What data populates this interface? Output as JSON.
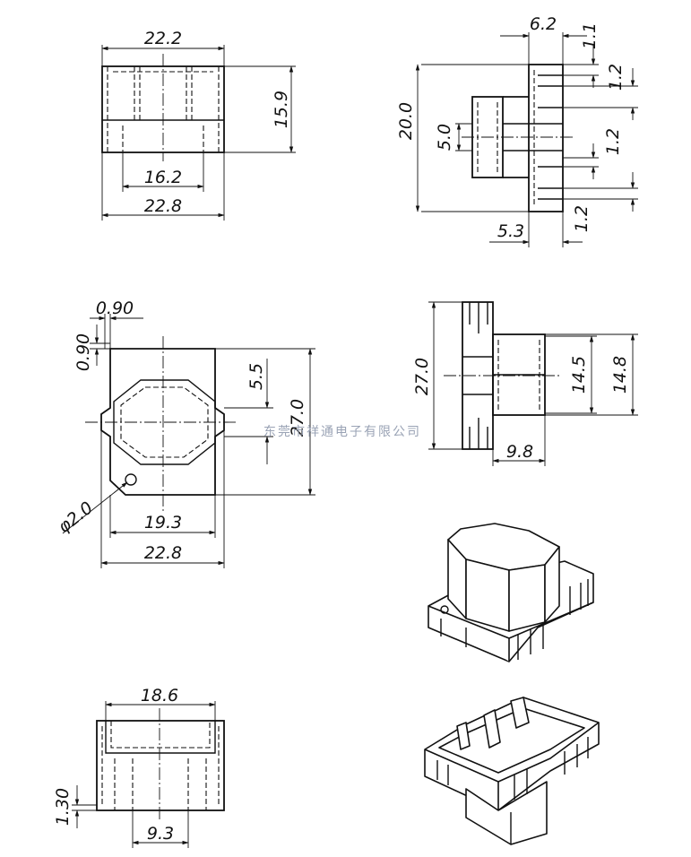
{
  "dimensions": {
    "front_top_width": "22.2",
    "front_height": "15.9",
    "front_inner_width": "16.2",
    "front_bottom_width": "22.8",
    "side_pin_width": "6.2",
    "side_pin_gap_top": "1.1",
    "side_pin_pitch_a": "1.2",
    "side_total_height": "20.0",
    "side_center_gap": "5.0",
    "side_pin_pitch_b": "1.2",
    "side_pin_pitch_c": "1.2",
    "side_base_depth": "5.3",
    "top_wall_x": "0.90",
    "top_wall_y": "0.90",
    "top_step": "5.5",
    "top_height": "27.0",
    "top_hole_dia": "φ2.0",
    "top_inner_width": "19.3",
    "top_outer_width": "22.8",
    "end_height": "27.0",
    "end_core_a": "14.5",
    "end_core_b": "14.8",
    "end_base_depth": "9.8",
    "bottom_width": "18.6",
    "bottom_wall": "1.30",
    "bottom_slot": "9.3"
  },
  "watermark": "东莞市祥通电子有限公司",
  "icons": [
    "iso-view-top",
    "iso-view-bottom"
  ]
}
